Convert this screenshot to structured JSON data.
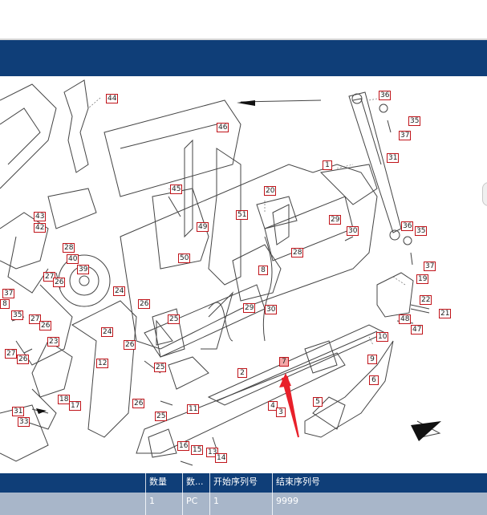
{
  "diagram": {
    "callouts": [
      "44",
      "36",
      "35",
      "37",
      "31",
      "46",
      "1",
      "45",
      "20",
      "43",
      "42",
      "51",
      "29",
      "30",
      "49",
      "36",
      "35",
      "28",
      "40",
      "50",
      "28",
      "37",
      "8",
      "27",
      "26",
      "39",
      "19",
      "37",
      "24",
      "26",
      "29",
      "30",
      "22",
      "21",
      "8",
      "35",
      "27",
      "26",
      "25",
      "48",
      "47",
      "24",
      "10",
      "26",
      "23",
      "27",
      "26",
      "9",
      "12",
      "25",
      "7",
      "2",
      "6",
      "18",
      "17",
      "26",
      "5",
      "31",
      "33",
      "4",
      "3",
      "25",
      "11",
      "16",
      "15",
      "13",
      "14"
    ],
    "highlighted_callout": "7"
  },
  "table": {
    "headers": [
      "数量",
      "数...",
      "开始序列号",
      "结束序列号"
    ],
    "row": [
      "1",
      "PC",
      "1",
      "9999"
    ]
  }
}
